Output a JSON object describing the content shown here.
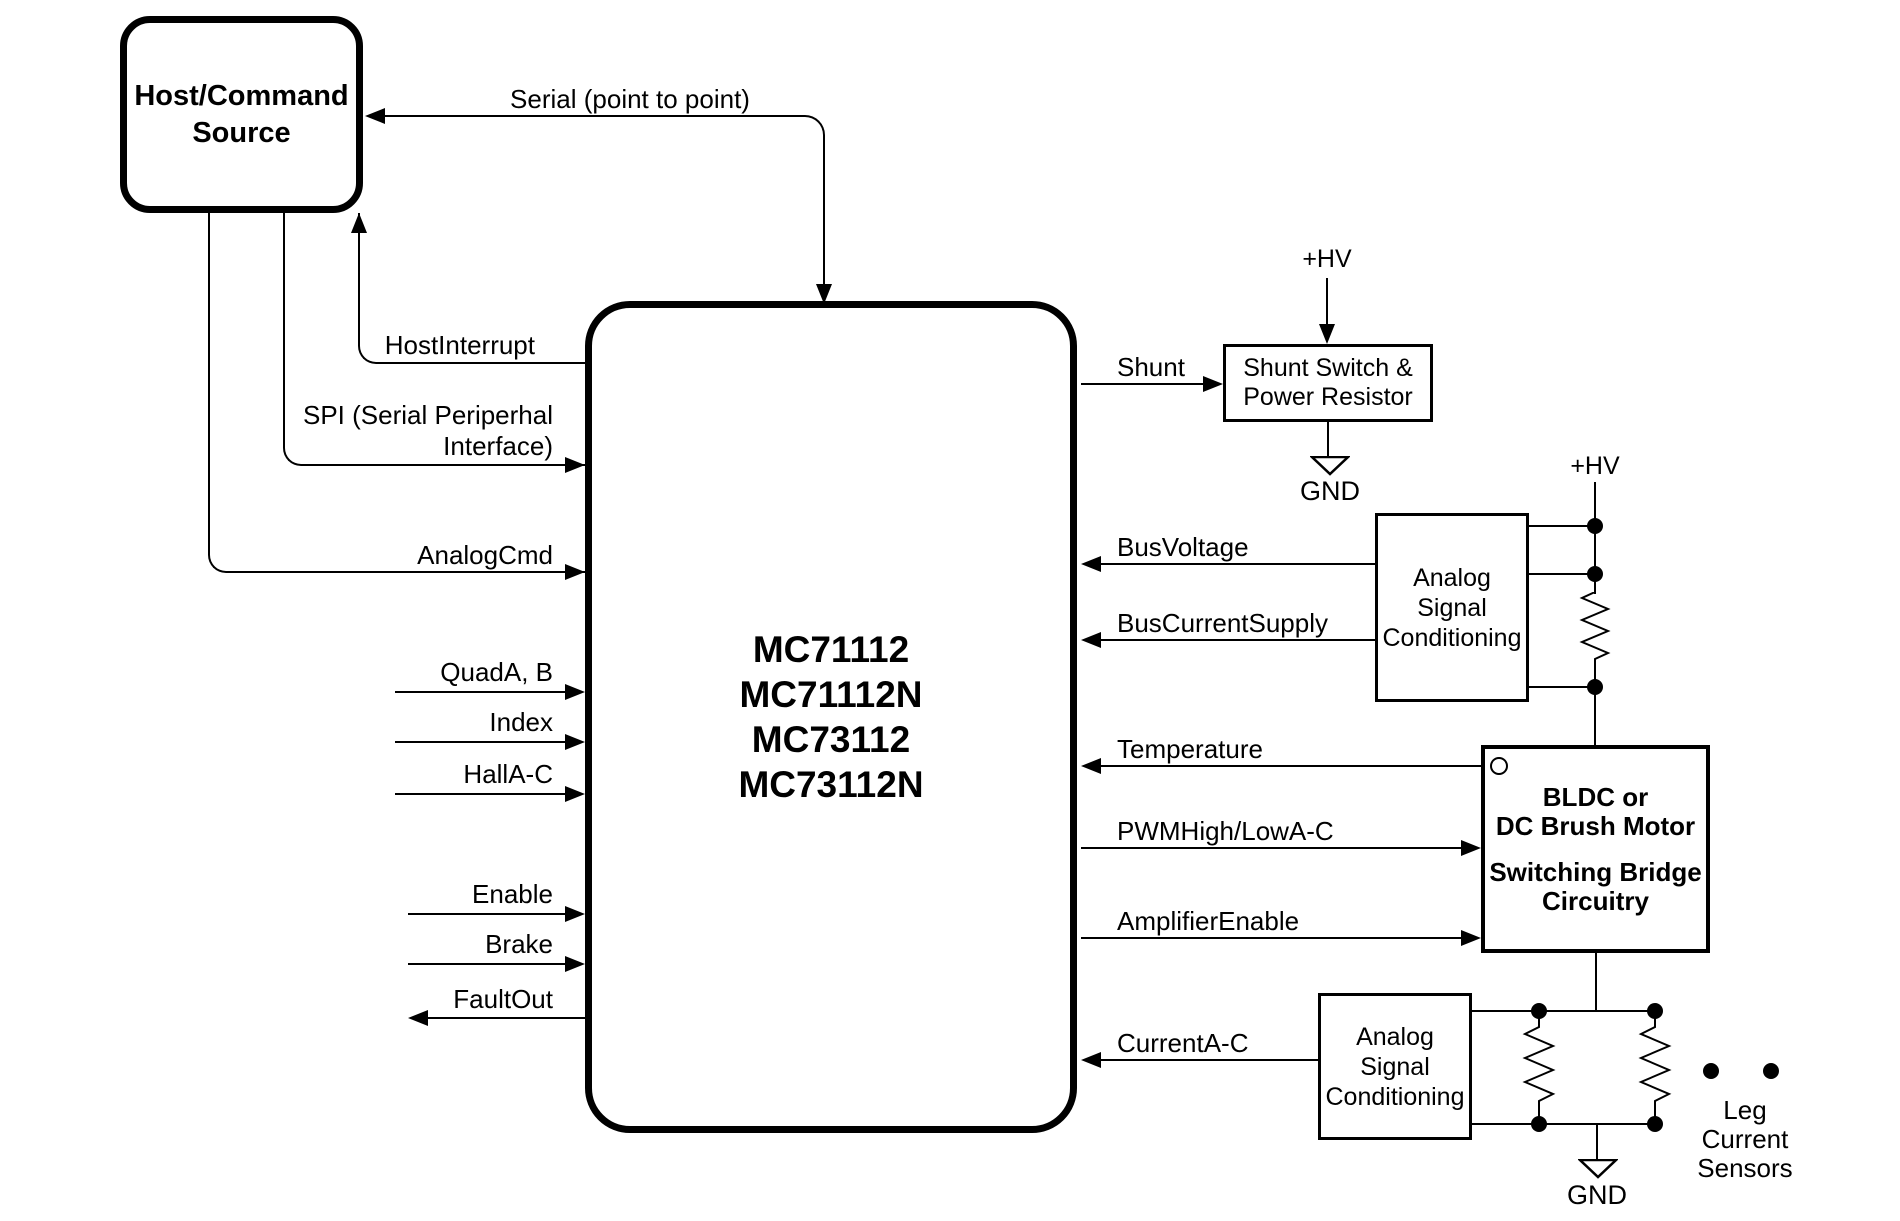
{
  "boxes": {
    "host": {
      "lines": [
        "Host/Command",
        "Source"
      ]
    },
    "chip": {
      "models": [
        "MC71112",
        "MC71112N",
        "MC73112",
        "MC73112N"
      ]
    },
    "shunt_switch": {
      "lines": [
        "Shunt Switch &",
        "Power Resistor"
      ]
    },
    "asc_top": {
      "lines": [
        "Analog",
        "Signal",
        "Conditioning"
      ]
    },
    "motor": {
      "lines1": [
        "BLDC or",
        "DC Brush Motor"
      ],
      "lines2": [
        "Switching Bridge",
        "Circuitry"
      ]
    },
    "asc_bottom": {
      "lines": [
        "Analog",
        "Signal",
        "Conditioning"
      ]
    }
  },
  "signals": {
    "serial": "Serial (point to point)",
    "host_interrupt": "HostInterrupt",
    "spi_line1": "SPI (Serial Periperhal",
    "spi_line2": "Interface)",
    "analog_cmd": "AnalogCmd",
    "quad": "QuadA, B",
    "index": "Index",
    "hall": "HallA-C",
    "enable": "Enable",
    "brake": "Brake",
    "fault_out": "FaultOut",
    "shunt": "Shunt",
    "bus_voltage": "BusVoltage",
    "bus_current_supply": "BusCurrentSupply",
    "temperature": "Temperature",
    "pwm": "PWMHigh/LowA-C",
    "amplifier_enable": "AmplifierEnable",
    "current": "CurrentA-C"
  },
  "power": {
    "hv_shunt": "+HV",
    "hv_bridge": "+HV",
    "gnd_shunt": "GND",
    "gnd_bridge": "GND"
  },
  "annotations": {
    "leg_sensors": [
      "Leg",
      "Current",
      "Sensors"
    ]
  },
  "colors": {
    "line": "#000000",
    "background": "#ffffff"
  }
}
